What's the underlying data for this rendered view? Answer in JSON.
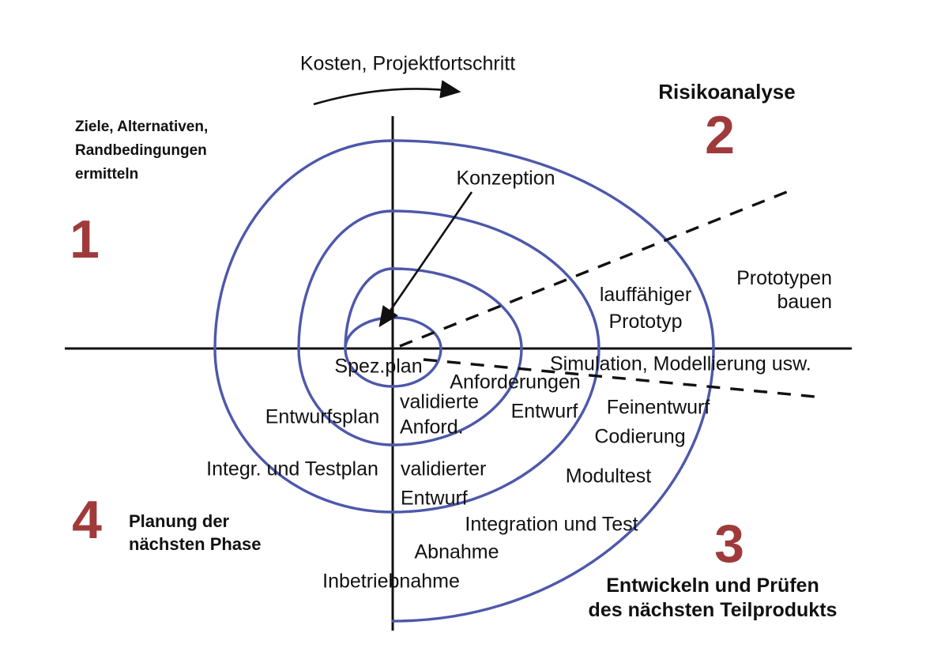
{
  "colors": {
    "spiral_blue": "#4d58ab",
    "accent_red": "#a03a3a",
    "line_black": "#111111"
  },
  "top_arrow": {
    "label": "Kosten, Projektfortschritt"
  },
  "quadrants": {
    "q1": {
      "number": "1",
      "lines": [
        "Ziele, Alternativen,",
        "Randbedingungen",
        "ermitteln"
      ]
    },
    "q2": {
      "number": "2",
      "label": "Risikoanalyse"
    },
    "q3": {
      "number": "3",
      "lines": [
        "Entwickeln und Prüfen",
        "des nächsten Teilprodukts"
      ]
    },
    "q4": {
      "number": "4",
      "lines": [
        "Planung der",
        "nächsten Phase"
      ]
    }
  },
  "labels": {
    "konzeption": "Konzeption",
    "spezplan": "Spez.plan",
    "anforderungen": "Anforderungen",
    "validierte": "validierte",
    "anford": "Anford.",
    "entwurfsplan": "Entwurfsplan",
    "entwurf": "Entwurf",
    "feinentwurf": "Feinentwurf",
    "codierung": "Codierung",
    "modultest": "Modultest",
    "integr_und_testplan": "Integr. und Testplan",
    "validierter": "validierter",
    "validierter_entwurf": "Entwurf",
    "integration_und_test": "Integration und Test",
    "abnahme": "Abnahme",
    "inbetriebnahme": "Inbetriebnahme",
    "lauffaehiger": "lauffähiger",
    "prototyp": "Prototyp",
    "prototypen": "Prototypen",
    "bauen": "bauen",
    "simulation": "Simulation, Modellierung usw."
  }
}
